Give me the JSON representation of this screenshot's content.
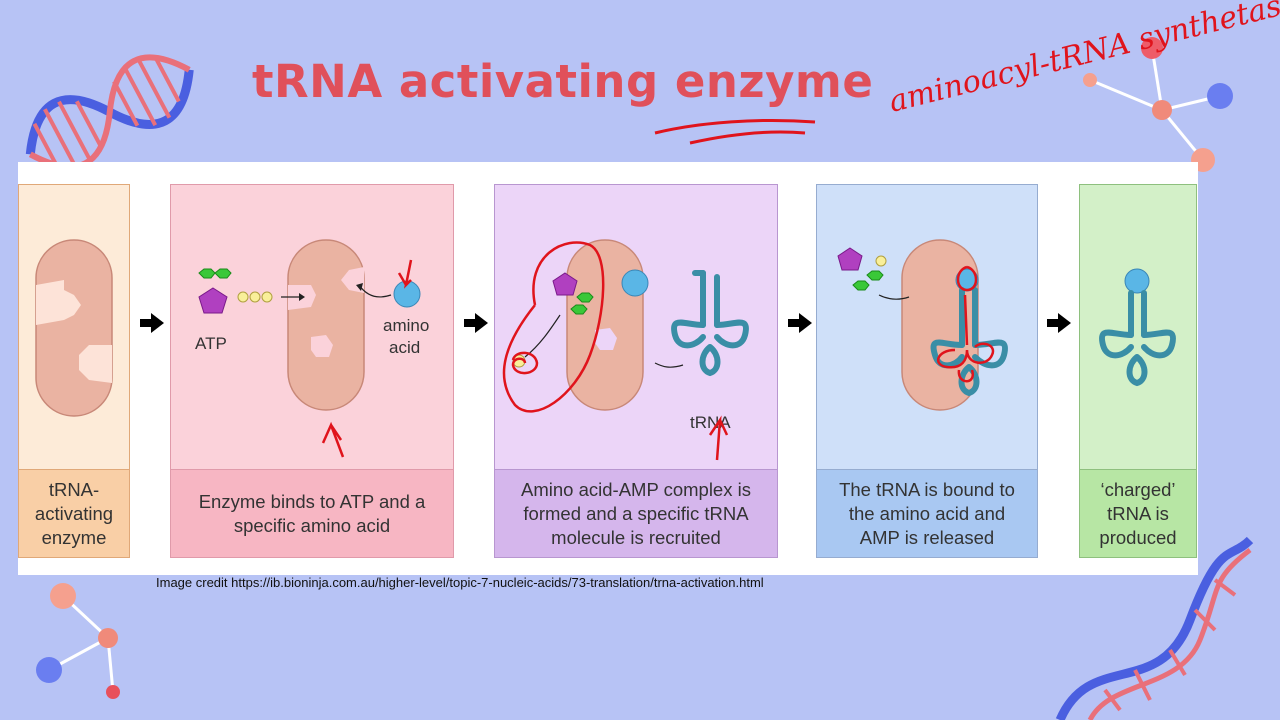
{
  "title": "tRNA activating enzyme",
  "annotation": "aminoacyl-tRNA synthetase",
  "stages": [
    {
      "caption": "tRNA-\nactivating\nenzyme"
    },
    {
      "caption": "Enzyme binds to ATP and a specific amino acid"
    },
    {
      "caption": "Amino acid-AMP complex is formed and a specific tRNA molecule is recruited"
    },
    {
      "caption": "The tRNA is bound to\nthe amino acid and\nAMP is released"
    },
    {
      "caption": "‘charged’\ntRNA is\nproduced"
    }
  ],
  "labels": {
    "atp": "ATP",
    "amino_acid_line1": "amino",
    "amino_acid_line2": "acid",
    "trna": "tRNA"
  },
  "credit": "Image credit https://ib.bioninja.com.au/higher-level/topic-7-nucleic-acids/73-translation/trna-activation.html",
  "colors": {
    "background": "#b7c3f5",
    "title": "#e0505a",
    "annotation_red": "#e0141c",
    "stage1_fill": "#fdebd8",
    "stage2_fill": "#fbd2da",
    "stage3_fill": "#ecd5f8",
    "stage4_fill": "#cfe0f9",
    "stage5_fill": "#d3f0c8",
    "enzyme": "#eab3a2",
    "trna": "#3a8ea6",
    "amino_acid": "#5ab6e6",
    "atp_pentagon": "#b040c0",
    "atp_hexagon": "#3ac838"
  }
}
